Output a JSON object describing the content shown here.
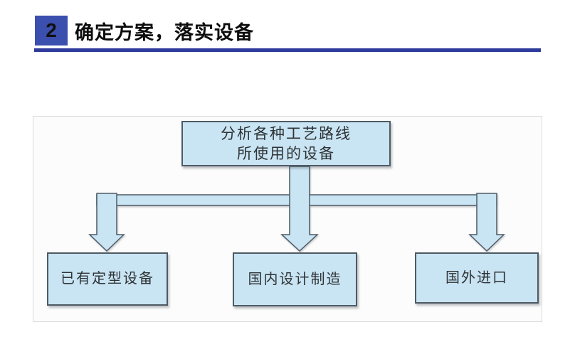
{
  "header": {
    "section_number": "2",
    "title": "确定方案，落实设备"
  },
  "diagram": {
    "root": "分析各种工艺路线\n所使用的设备",
    "children": [
      "已有定型设备",
      "国内设计制造",
      "国外进口"
    ]
  },
  "colors": {
    "accent-blue": "#3B4FAE",
    "rule-blue": "#2E3A9C",
    "node-fill": "#C9E4F3",
    "node-border": "#4E5A64",
    "panel-fill": "#FCFCFC",
    "panel-border": "#DBDBDB",
    "text-dark": "#2E3335"
  }
}
